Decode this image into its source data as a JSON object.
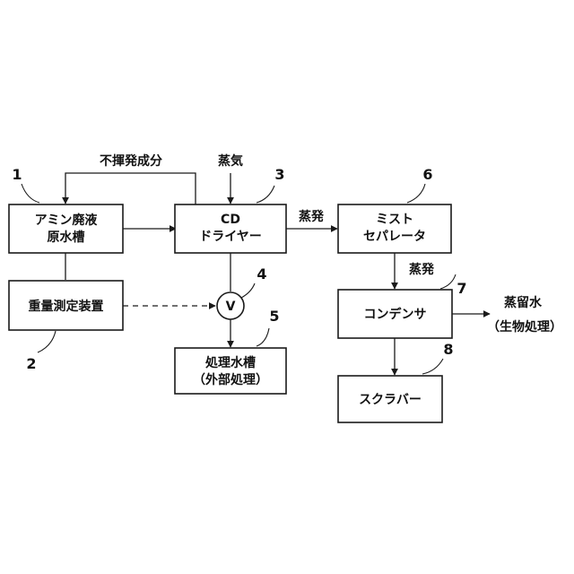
{
  "boxes": {
    "amine_tank": {
      "line1": "アミン廃液",
      "line2": "原水槽"
    },
    "cd_dryer": {
      "line1": "CD",
      "line2": "ドライヤー"
    },
    "mist_separator": {
      "line1": "ミスト",
      "line2": "セパレータ"
    },
    "weight_device": {
      "label": "重量測定装置"
    },
    "treated_tank": {
      "line1": "処理水槽",
      "line2": "（外部処理）"
    },
    "condenser": {
      "label": "コンデンサ"
    },
    "scrubber": {
      "label": "スクラバー"
    }
  },
  "valve": {
    "label": "V"
  },
  "flow_labels": {
    "nonvolatile": "不揮発成分",
    "steam_in": "蒸気",
    "evap_1": "蒸発",
    "evap_2": "蒸発",
    "distilled_1": "蒸留水",
    "distilled_2": "（生物処理）"
  },
  "refs": {
    "r1": "1",
    "r2": "2",
    "r3": "3",
    "r4": "4",
    "r5": "5",
    "r6": "6",
    "r7": "7",
    "r8": "8"
  }
}
